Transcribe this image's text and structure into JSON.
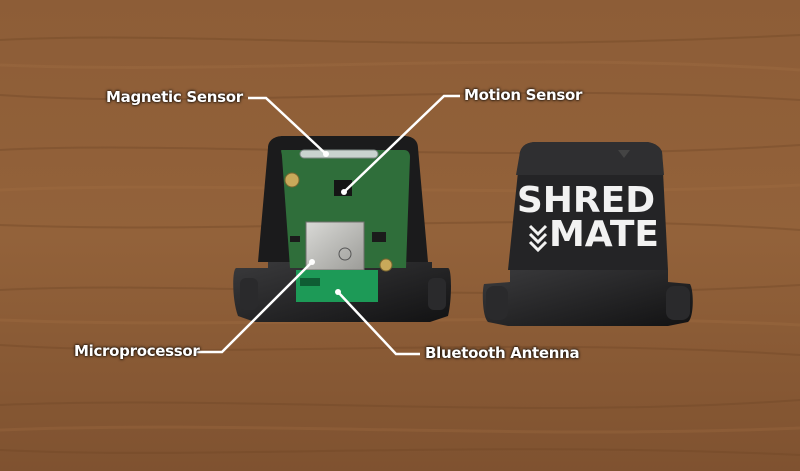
{
  "labels": {
    "magnetic": "Magnetic Sensor",
    "motion": "Motion Sensor",
    "micro": "Microprocessor",
    "bluetooth": "Bluetooth Antenna"
  },
  "device": {
    "brand_line1": "SHRED",
    "brand_line2": "MATE"
  },
  "colors": {
    "wood": "#8a5a34",
    "casing": "#1d1d1f",
    "pcb": "#2f6e3a",
    "callout": "#ffffff"
  }
}
